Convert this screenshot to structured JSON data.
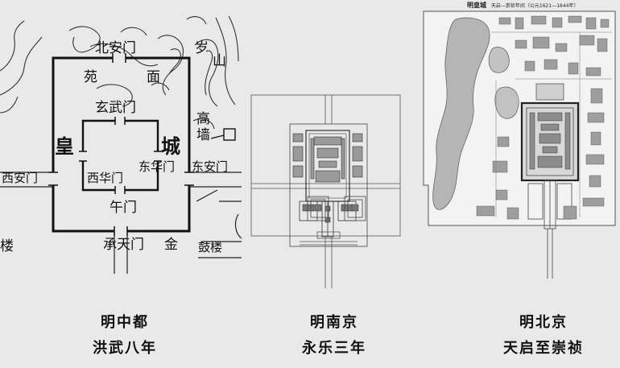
{
  "zhongdu": {
    "labels": {
      "north_gate": "北安门",
      "yuan": "苑",
      "mian": "面",
      "shan": "山",
      "yi": "岁",
      "xuanwu": "玄武门",
      "gao": "高",
      "qiang": "墙",
      "huang": "皇",
      "cheng": "城",
      "xian_men": "西安门",
      "xihua": "西华门",
      "donghua": "东华门",
      "dongan": "东安门",
      "wu": "午门",
      "lou": "楼",
      "chengtian": "承天门",
      "jin": "金",
      "gu": "鼓楼"
    },
    "caption": [
      "明中都",
      "洪武八年"
    ]
  },
  "nanjing": {
    "caption": [
      "明南京",
      "永乐三年"
    ]
  },
  "beijing": {
    "title_main": "明皇城",
    "title_sub": "天启—崇祯年间（公元1621—1644年）",
    "caption": [
      "明北京",
      "天启至崇祯"
    ]
  }
}
